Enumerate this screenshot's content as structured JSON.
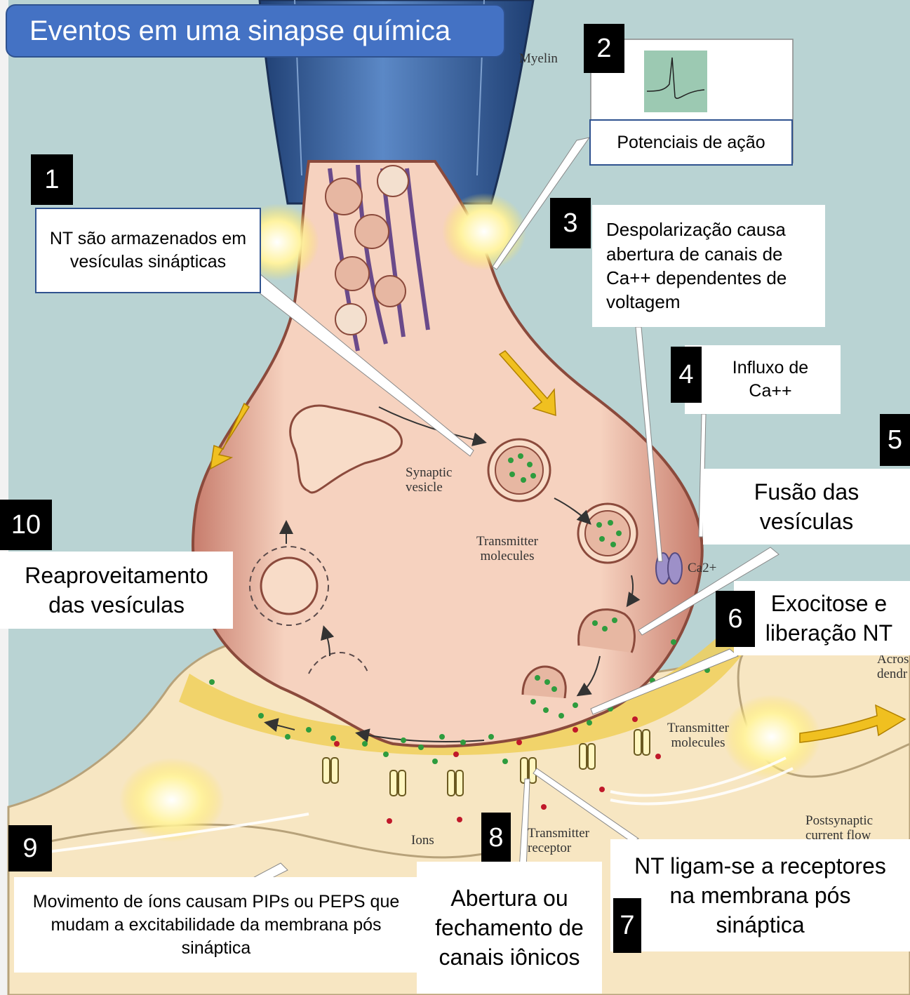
{
  "title": "Eventos em uma sinapse química",
  "steps": {
    "s1": {
      "number": "1",
      "text": "NT são armazenados em vesículas sinápticas"
    },
    "s2": {
      "number": "2",
      "text": "Potenciais de ação"
    },
    "s3": {
      "number": "3",
      "text": "Despolarização causa abertura de canais de Ca++ dependentes de voltagem"
    },
    "s4": {
      "number": "4",
      "text": "Influxo de Ca++"
    },
    "s5": {
      "number": "5",
      "text": "Fusão das vesículas"
    },
    "s6": {
      "number": "6",
      "text": "Exocitose e liberação NT"
    },
    "s7": {
      "number": "7",
      "text": "NT ligam-se a receptores na membrana pós sináptica"
    },
    "s8": {
      "number": "8",
      "text": "Abertura ou fechamento de canais iônicos"
    },
    "s9": {
      "number": "9",
      "text": "Movimento de íons causam PIPs ou PEPS que mudam a excitabilidade da membrana pós sináptica"
    },
    "s10": {
      "number": "10",
      "text": "Reaproveitamento das vesículas"
    }
  },
  "figure_labels": {
    "myelin": "Myelin",
    "synaptic_vesicle": "Synaptic vesicle",
    "transmitter_molecules_1": "Transmitter molecules",
    "transmitter_molecules_2": "Transmitter molecules",
    "calcium": "Ca2+",
    "transmitter_receptor": "Transmitter receptor",
    "ions": "Ions",
    "postsynaptic_current_flow": "Postsynaptic current flow",
    "across_dendrite_partial": "Acros dendr"
  },
  "colors": {
    "background": "#b9d3d3",
    "terminal": "#f4cbb5",
    "terminal_shadow": "#cf8a78",
    "myelin": "#3a6aa8",
    "postsynaptic": "#f7e6c2",
    "cleft": "#f0cf5a",
    "title_fill": "#4472c4",
    "box_border": "#2f528f",
    "transmitter": "#2e9c3e",
    "ion": "#c0182a",
    "glow": "#ffe45a"
  }
}
